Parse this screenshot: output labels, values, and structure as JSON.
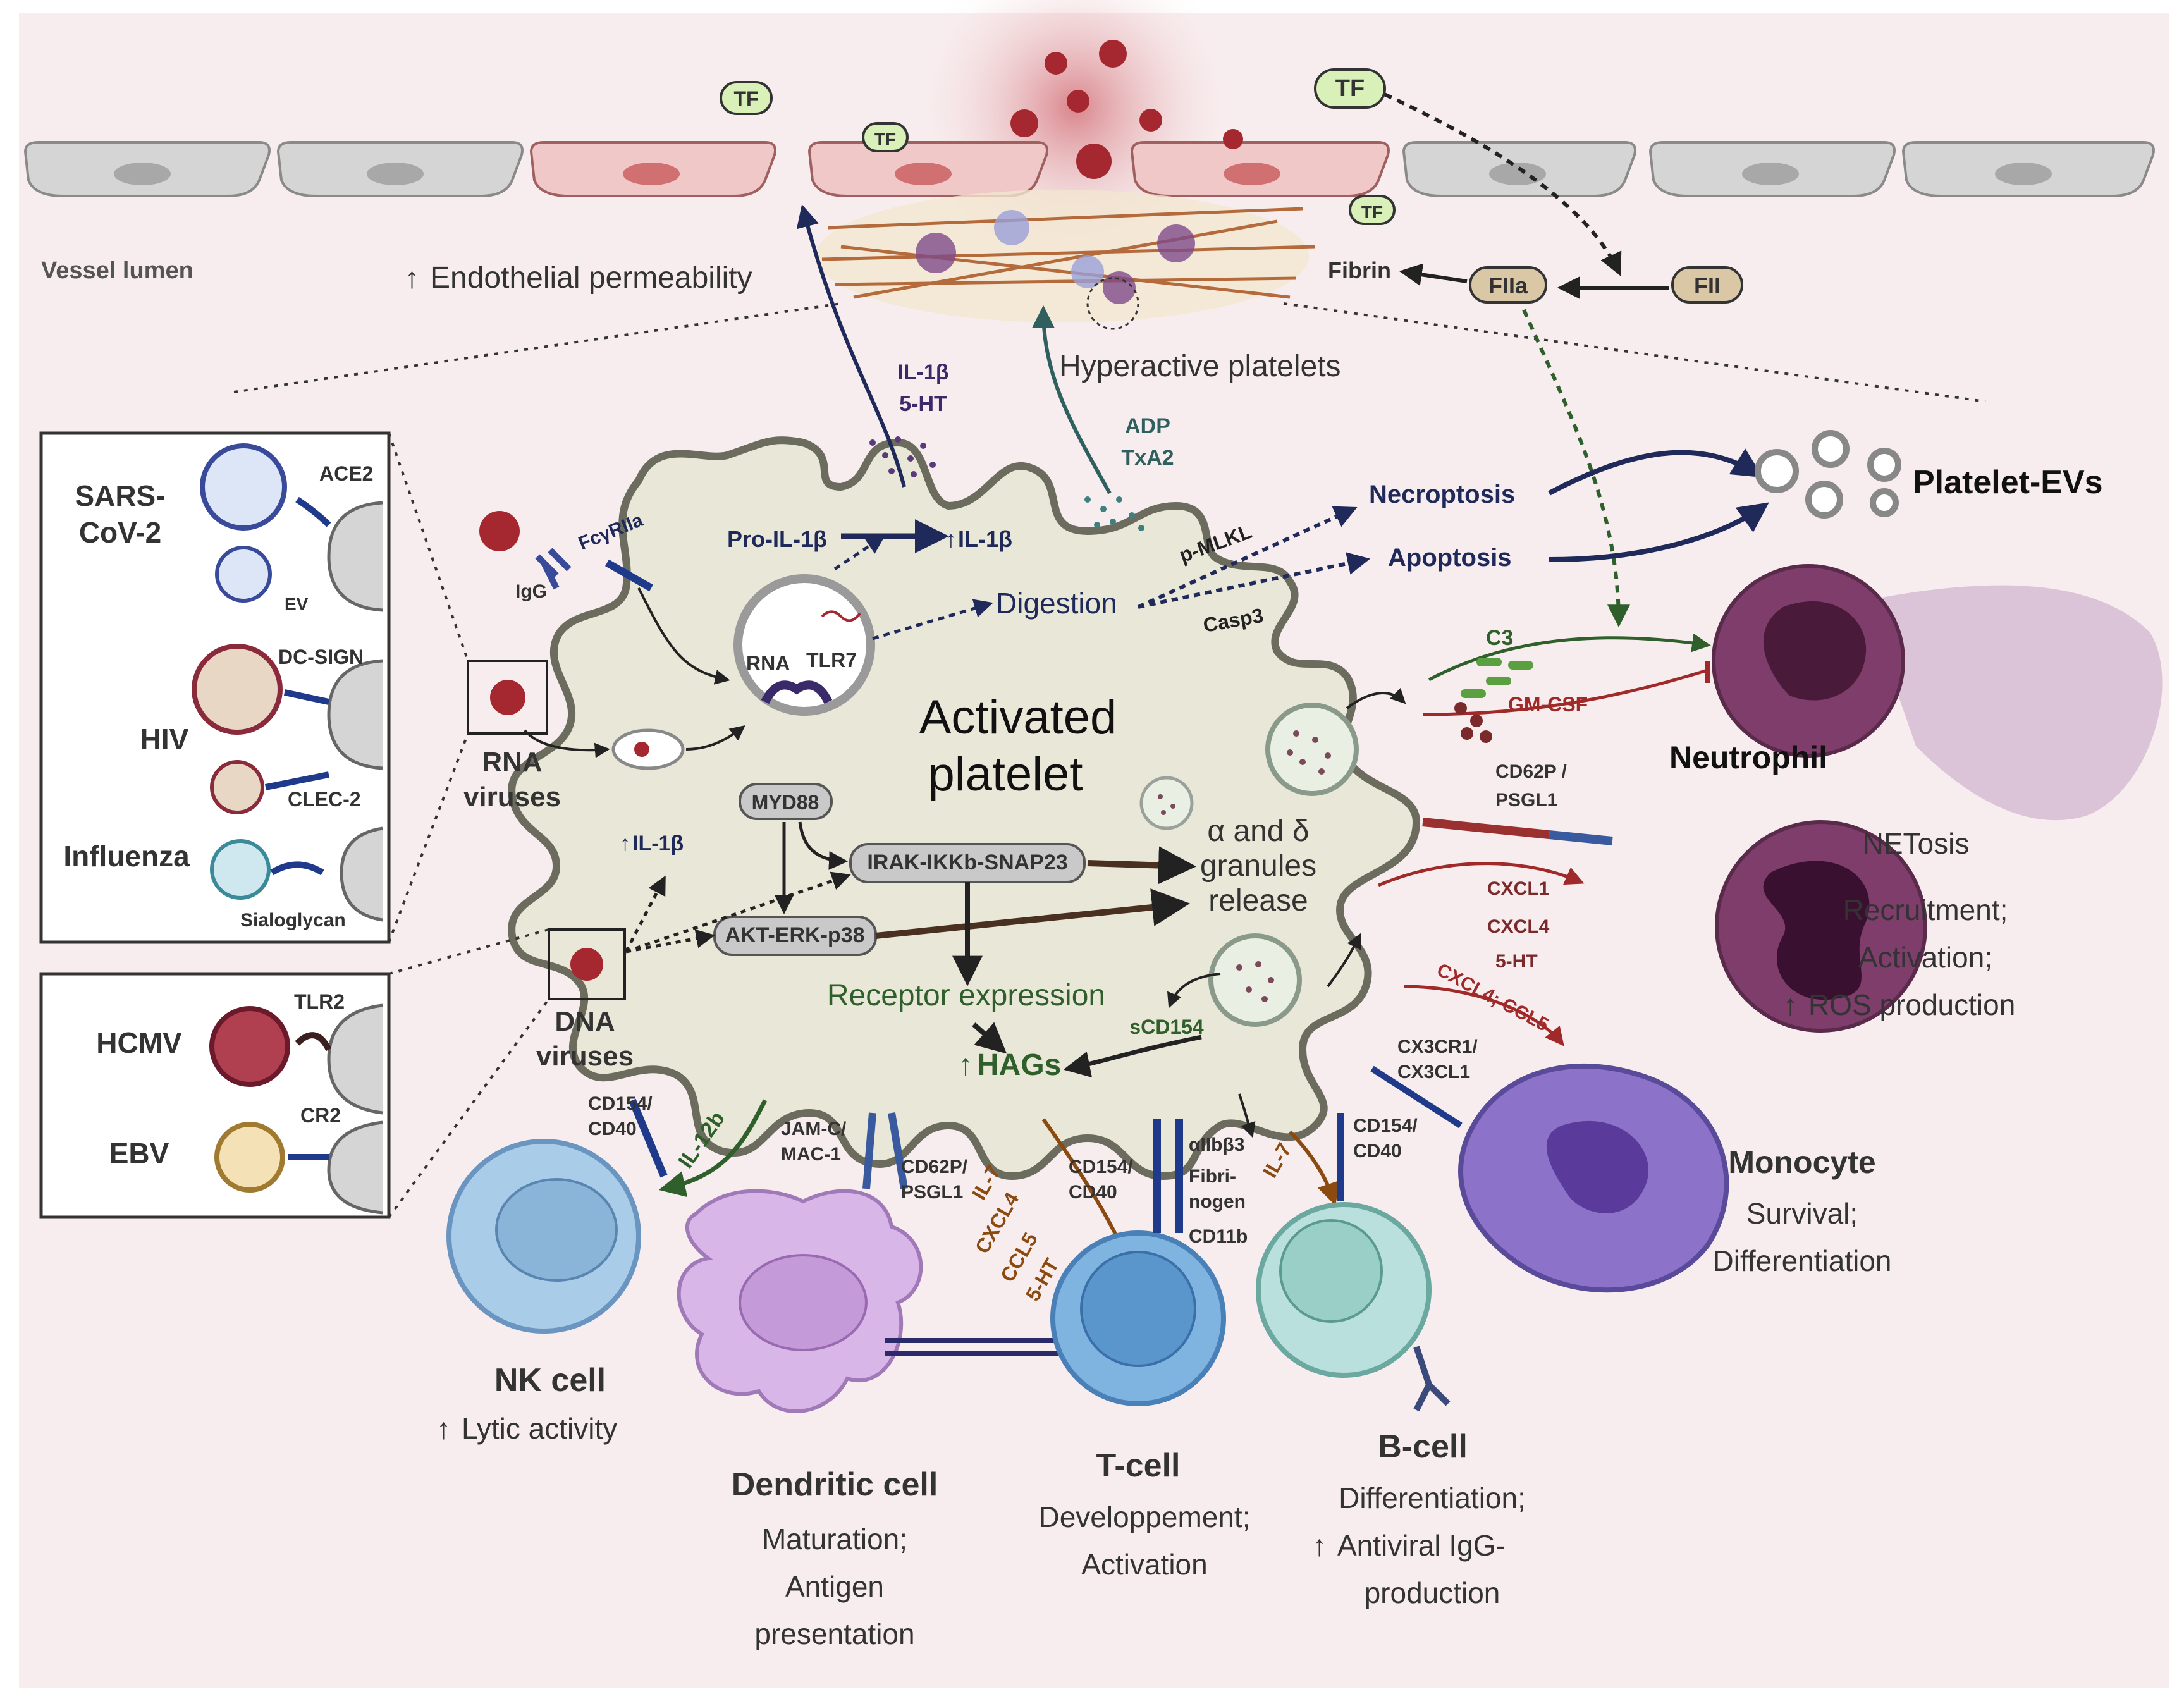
{
  "colors": {
    "background": "#f8edee",
    "platelet_fill": "#e9e7d7",
    "platelet_stroke": "#6b6b5e",
    "endothelium_grey": "#d5d5d5",
    "endothelium_red": "#f0c8c8",
    "virus_red": "#a52830",
    "arrow_navy": "#1f2a5a",
    "arrow_green": "#2f5f2a",
    "arrow_brown": "#8a4a10",
    "arrow_red": "#a02a2a",
    "tf_green": "#d9f0b8",
    "factor_tan": "#d9c7a6",
    "neutrophil": "#7e3d6b",
    "nk_cell": "#a9cde8",
    "dendritic": "#d9b6e8",
    "t_cell": "#7fb3e0",
    "b_cell": "#b9e0dc",
    "monocyte": "#8d72c9"
  },
  "vessel": {
    "lumen_label": "Vessel lumen",
    "tf_labels": [
      "TF",
      "TF",
      "TF",
      "TF"
    ],
    "permeability": "Endothelial permeability",
    "fibrin": "Fibrin",
    "fiia": "FIIa",
    "fii": "FII",
    "hyperactive": "Hyperactive platelets"
  },
  "secretions": {
    "il1b": "IL-1β",
    "ht": "5-HT",
    "adp": "ADP",
    "txa2": "TxA2"
  },
  "viruses": {
    "rna_box": {
      "sars_line1": "SARS-",
      "sars_line2": "CoV-2",
      "ace2": "ACE2",
      "ev": "EV",
      "hiv": "HIV",
      "dc_sign": "DC-SIGN",
      "clec2": "CLEC-2",
      "influenza": "Influenza",
      "sialoglycan": "Sialoglycan"
    },
    "dna_box": {
      "hcmv": "HCMV",
      "tlr2": "TLR2",
      "ebv": "EBV",
      "cr2": "CR2"
    },
    "rna_label_1": "RNA",
    "rna_label_2": "viruses",
    "dna_label_1": "DNA",
    "dna_label_2": "viruses",
    "igg": "IgG",
    "fcgr": "FcγRIIa"
  },
  "platelet": {
    "title_1": "Activated",
    "title_2": "platelet",
    "pro_il1b": "Pro-IL-1β",
    "il1b_up": "IL-1β",
    "il1b_up2": "IL-1β",
    "rna": "RNA",
    "tlr7": "TLR7",
    "myd88": "MYD88",
    "digestion": "Digestion",
    "pmlkl": "p-MLKL",
    "casp3": "Casp3",
    "irak": "IRAK-IKKb-SNAP23",
    "akt": "AKT-ERK-p38",
    "granules_1": "α and δ",
    "granules_2": "granules",
    "granules_3": "release",
    "receptor": "Receptor expression",
    "scd154": "sCD154",
    "hags": "HAGs"
  },
  "death": {
    "necroptosis": "Necroptosis",
    "apoptosis": "Apoptosis",
    "evs": "Platelet-EVs"
  },
  "neutrophil": {
    "c3": "C3",
    "gmcsf": "GM-CSF",
    "name": "Neutrophil",
    "receptor_1": "CD62P /",
    "receptor_2": "PSGL1",
    "netosis": "NETosis",
    "cxcl1": "CXCL1",
    "cxcl4": "CXCL4",
    "ht": "5-HT",
    "cxcl4_ccl5": "CXCL4; CCL5",
    "effect_1": "Recruitment;",
    "effect_2": "Activation;",
    "effect_3": "ROS production"
  },
  "monocyte": {
    "receptor_1": "CX3CR1/",
    "receptor_2": "CX3CL1",
    "name": "Monocyte",
    "effect_1": "Survival;",
    "effect_2": "Differentiation"
  },
  "nk": {
    "receptor_1": "CD154/",
    "receptor_2": "CD40",
    "il12b": "IL-12b",
    "name": "NK cell",
    "effect": "Lytic activity"
  },
  "dendritic": {
    "receptor_a1": "JAM-C/",
    "receptor_a2": "MAC-1",
    "receptor_b1": "CD62P/",
    "receptor_b2": "PSGL1",
    "name": "Dendritic cell",
    "effect_1": "Maturation;",
    "effect_2": "Antigen",
    "effect_3": "presentation"
  },
  "tcell": {
    "cytokines": [
      "IL-7",
      "CXCL4",
      "CCL5",
      "5-HT"
    ],
    "receptor_1": "CD154/",
    "receptor_2": "CD40",
    "integrin": "αIIbβ3",
    "fibri_1": "Fibri-",
    "fibri_2": "nogen",
    "cd11b": "CD11b",
    "name": "T-cell",
    "effect_1": "Developpement;",
    "effect_2": "Activation"
  },
  "bcell": {
    "il7": "IL-7",
    "receptor_1": "CD154/",
    "receptor_2": "CD40",
    "name": "B-cell",
    "effect_1": "Differentiation;",
    "effect_2": "Antiviral IgG-",
    "effect_3": "production"
  }
}
